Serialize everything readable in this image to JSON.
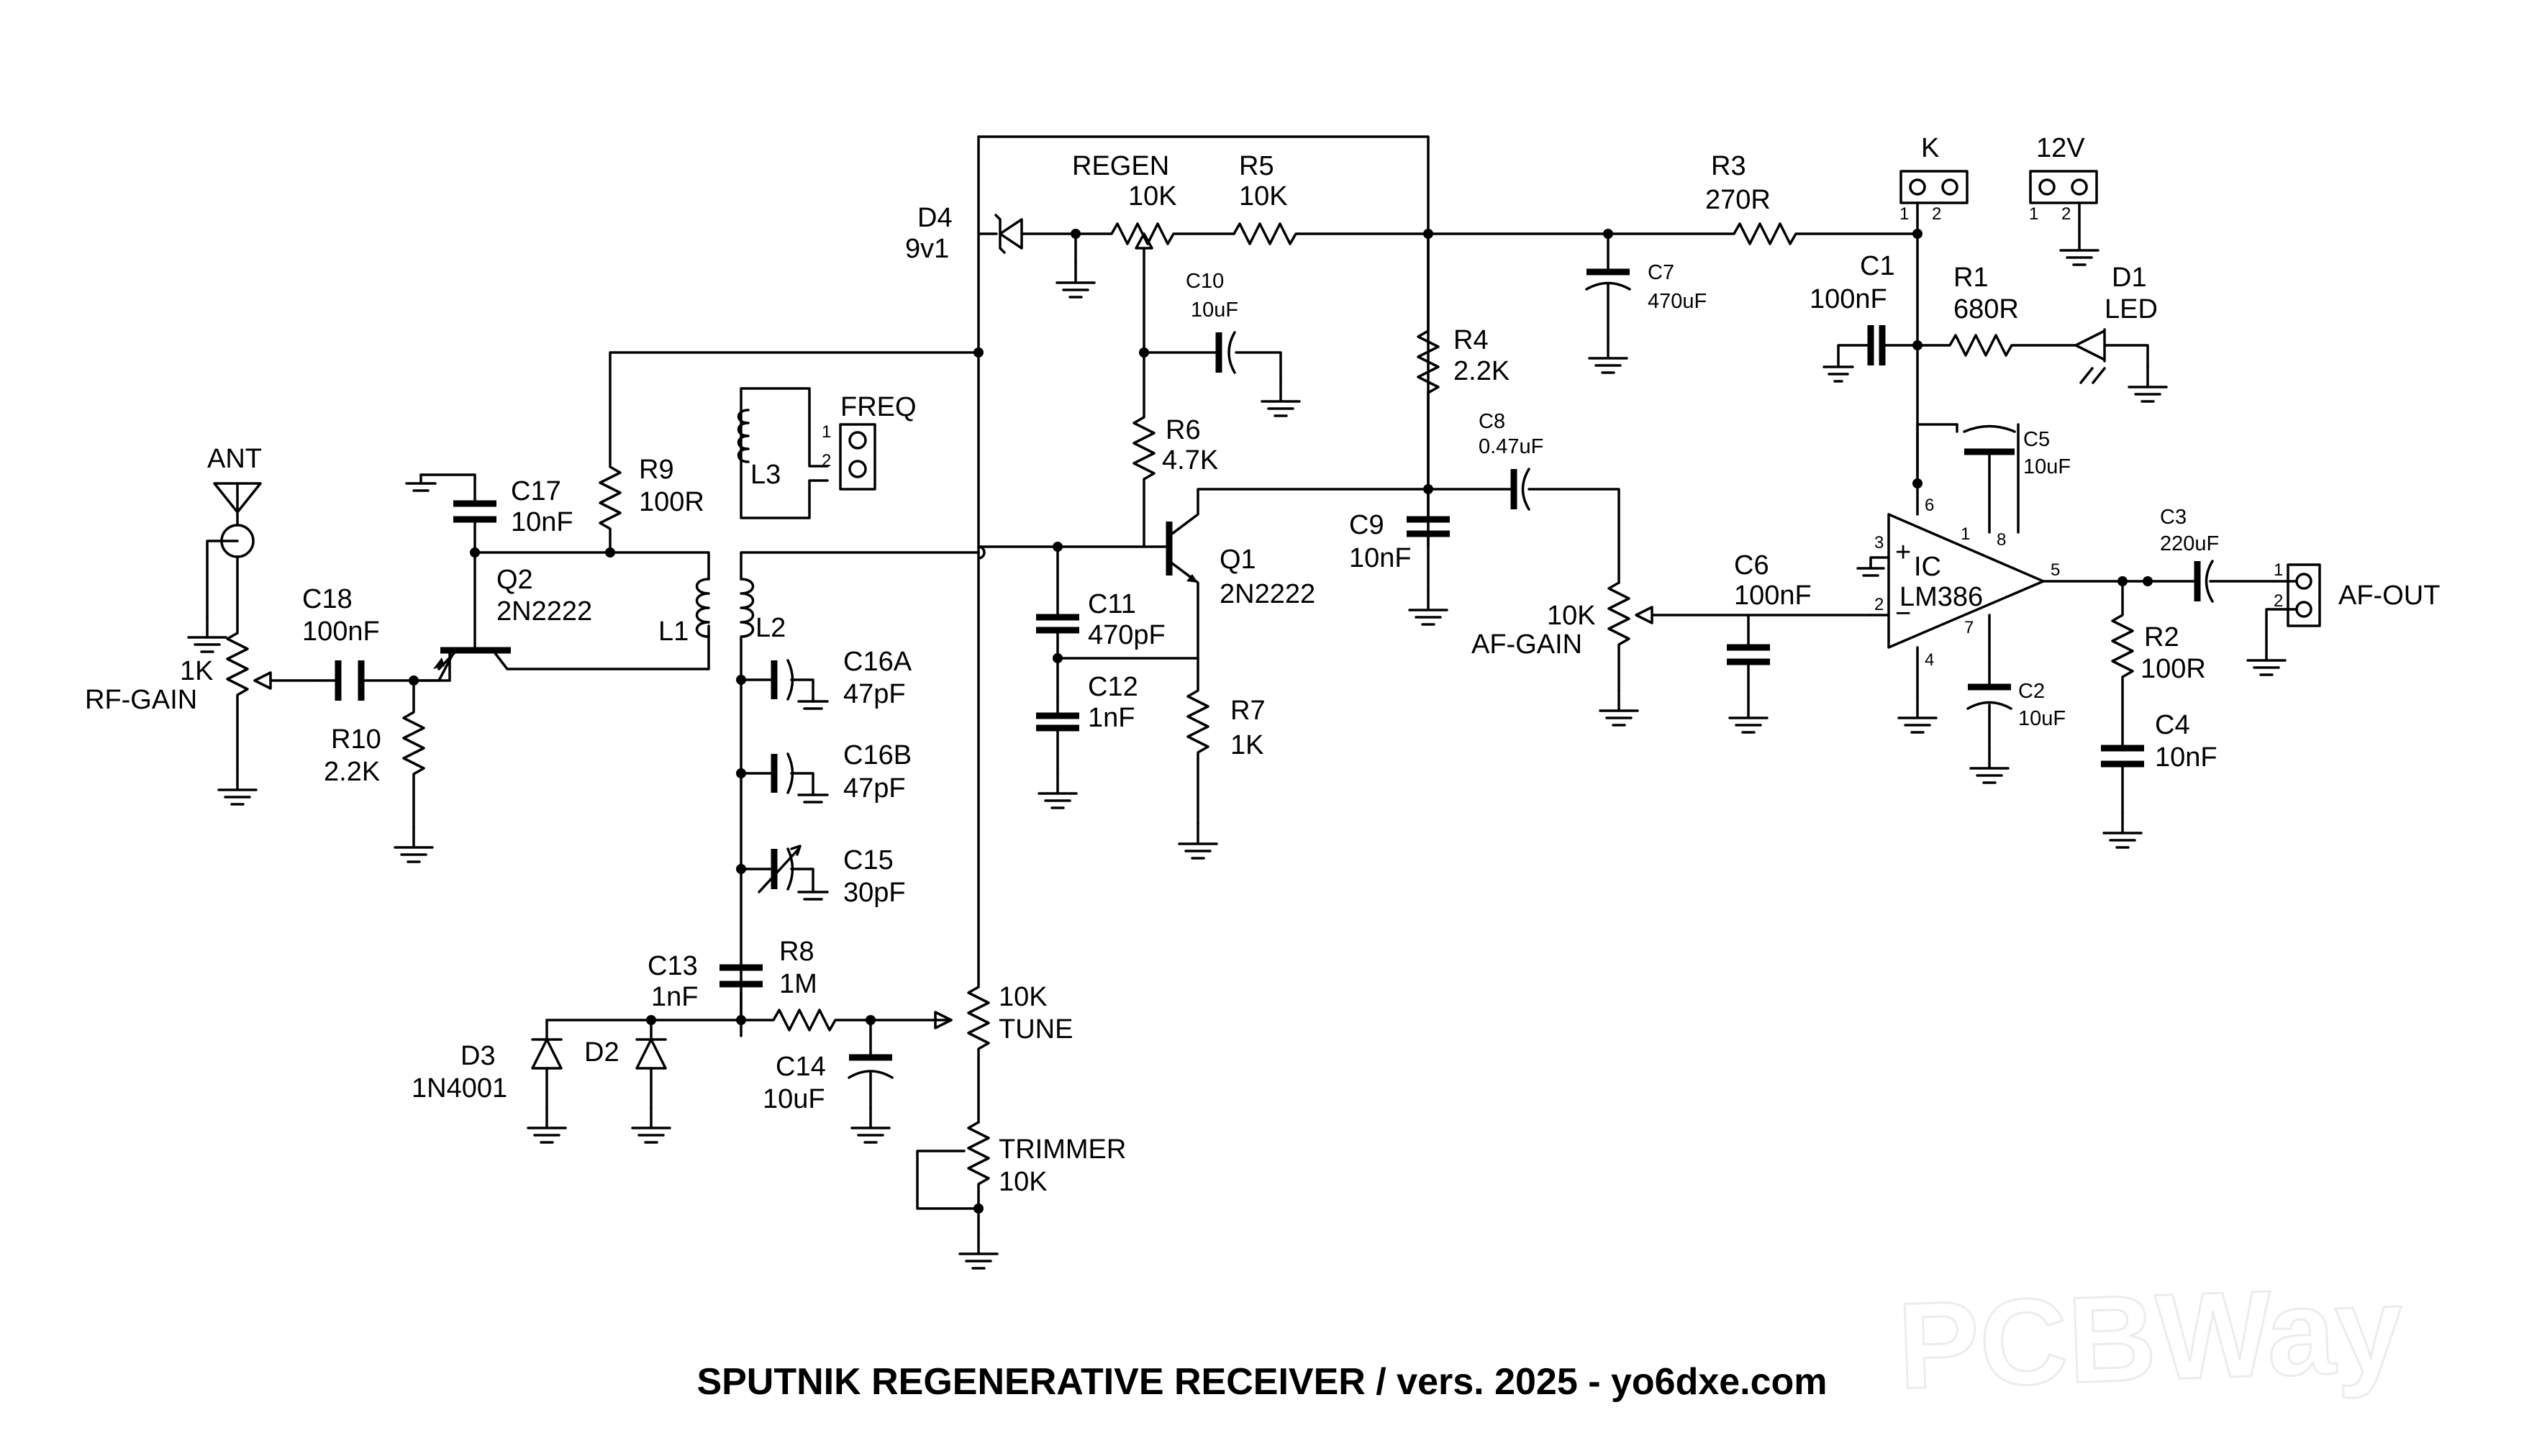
{
  "title": "SPUTNIK REGENERATIVE RECEIVER / vers. 2025 - yo6dxe.com",
  "watermark": "PCBWay",
  "colors": {
    "ink": "#000000",
    "background": "#ffffff",
    "watermark": "#ececec"
  },
  "labels": {
    "ant": "ANT",
    "rfgain_val": "1K",
    "rfgain_name": "RF-GAIN",
    "c18": "C18",
    "c18_val": "100nF",
    "r10": "R10",
    "r10_val": "2.2K",
    "c17": "C17",
    "c17_val": "10nF",
    "r9": "R9",
    "r9_val": "100R",
    "q2": "Q2",
    "q2_val": "2N2222",
    "l1": "L1",
    "l2": "L2",
    "l3": "L3",
    "freq": "FREQ",
    "d4": "D4",
    "d4_val": "9v1",
    "regen": "REGEN",
    "regen_val": "10K",
    "r5": "R5",
    "r5_val": "10K",
    "c10": "C10",
    "c10_val": "10uF",
    "r6": "R6",
    "r6_val": "4.7K",
    "q1": "Q1",
    "q1_val": "2N2222",
    "c11": "C11",
    "c11_val": "470pF",
    "c12": "C12",
    "c12_val": "1nF",
    "r7": "R7",
    "r7_val": "1K",
    "c16a": "C16A",
    "c16a_val": "47pF",
    "c16b": "C16B",
    "c16b_val": "47pF",
    "c15": "C15",
    "c15_val": "30pF",
    "c13": "C13",
    "c13_val": "1nF",
    "r8": "R8",
    "r8_val": "1M",
    "c14": "C14",
    "c14_val": "10uF",
    "d3": "D3",
    "d3_val": "1N4001",
    "d2": "D2",
    "tune_val": "10K",
    "tune_name": "TUNE",
    "trimmer_name": "TRIMMER",
    "trimmer_val": "10K",
    "r4": "R4",
    "r4_val": "2.2K",
    "c9": "C9",
    "c9_val": "10nF",
    "c8": "C8",
    "c8_val": "0.47uF",
    "afgain_val": "10K",
    "afgain_name": "AF-GAIN",
    "c7": "C7",
    "c7_val": "470uF",
    "r3": "R3",
    "r3_val": "270R",
    "k": "K",
    "v12": "12V",
    "c1": "C1",
    "c1_val": "100nF",
    "r1": "R1",
    "r1_val": "680R",
    "d1": "D1",
    "d1_val": "LED",
    "c5": "C5",
    "c5_val": "10uF",
    "c6": "C6",
    "c6_val": "100nF",
    "ic": "IC",
    "ic_val": "LM386",
    "c2": "C2",
    "c2_val": "10uF",
    "c3": "C3",
    "c3_val": "220uF",
    "r2": "R2",
    "r2_val": "100R",
    "c4": "C4",
    "c4_val": "10nF",
    "afout": "AF-OUT"
  },
  "pins": {
    "p1": "1",
    "p2": "2",
    "p3": "3",
    "p4": "4",
    "p5": "5",
    "p6": "6",
    "p7": "7",
    "p8": "8",
    "plus": "+",
    "minus": "−"
  }
}
